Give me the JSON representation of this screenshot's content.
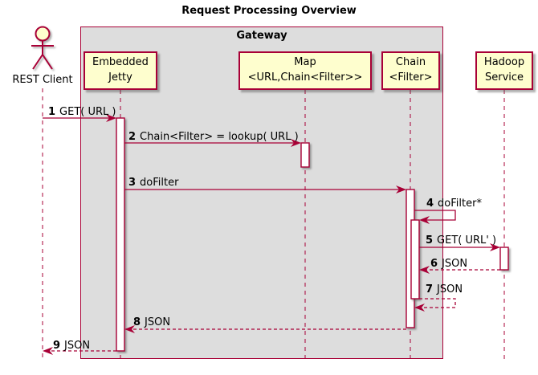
{
  "title": "Request Processing Overview",
  "frame": {
    "label": "Gateway"
  },
  "actor": {
    "label": "REST Client"
  },
  "participants": [
    {
      "id": "embedded-jetty",
      "line1": "Embedded",
      "line2": "Jetty"
    },
    {
      "id": "map",
      "line1": "Map",
      "line2": "<URL,Chain<Filter>>"
    },
    {
      "id": "chain",
      "line1": "Chain",
      "line2": "<Filter>"
    },
    {
      "id": "hadoop-service",
      "line1": "Hadoop",
      "line2": "Service"
    }
  ],
  "messages": [
    {
      "num": "1",
      "text": "GET( URL )"
    },
    {
      "num": "2",
      "text": "Chain<Filter> = lookup( URL )"
    },
    {
      "num": "3",
      "text": "doFilter"
    },
    {
      "num": "4",
      "text": "doFilter*"
    },
    {
      "num": "5",
      "text": "GET( URL' )"
    },
    {
      "num": "6",
      "text": "JSON"
    },
    {
      "num": "7",
      "text": "JSON"
    },
    {
      "num": "8",
      "text": "JSON"
    },
    {
      "num": "9",
      "text": "JSON"
    }
  ],
  "colors": {
    "line": "#A80036",
    "fill": "#FEFECE",
    "frame_bg": "#DDDDDD",
    "activation": "#FFFFFF",
    "text": "#000000"
  }
}
